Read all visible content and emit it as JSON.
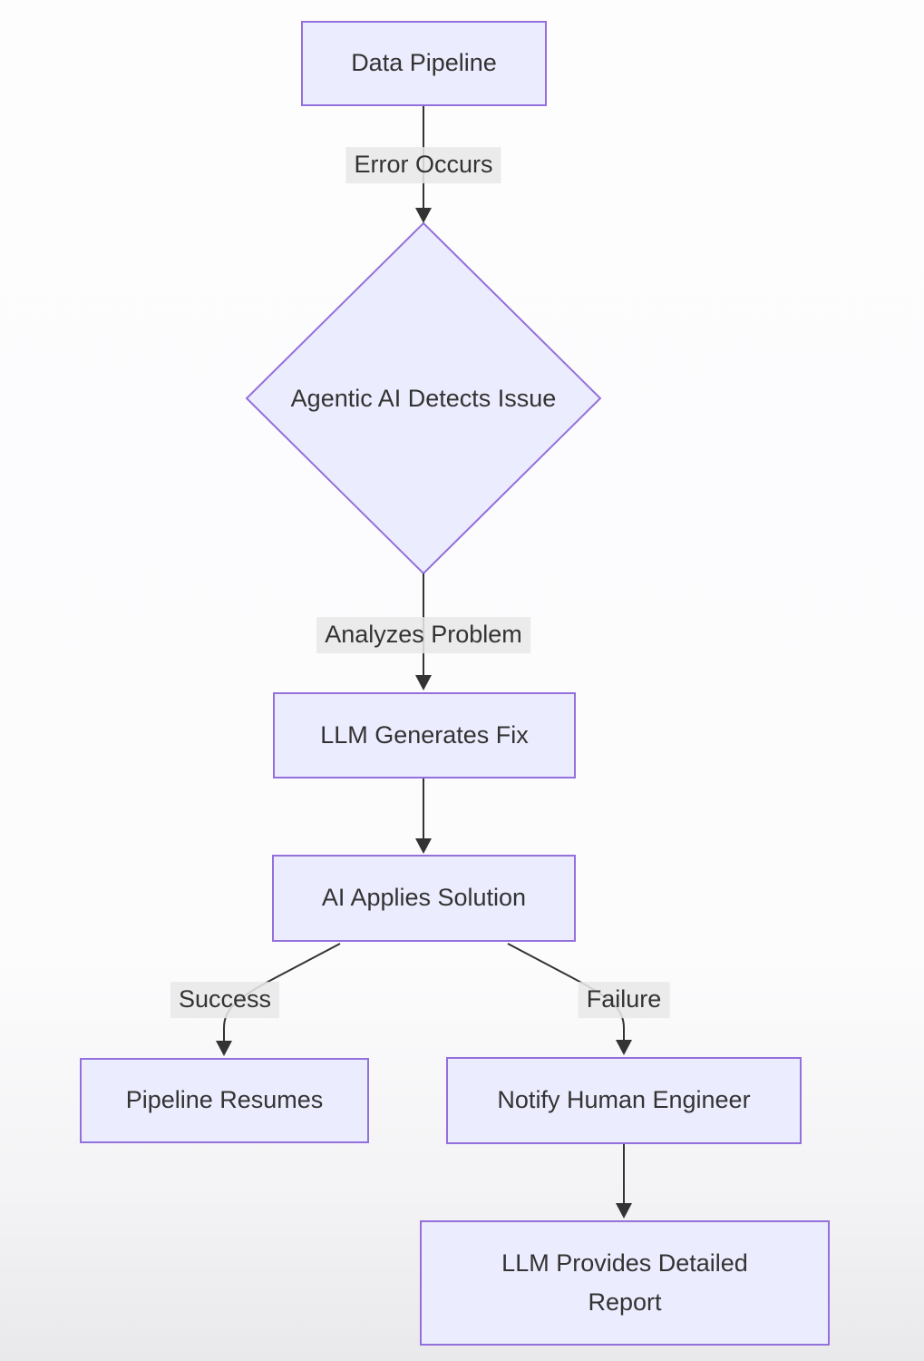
{
  "diagram": {
    "type": "flowchart",
    "direction": "top-down",
    "nodes": {
      "data_pipeline": {
        "label": "Data Pipeline",
        "shape": "rect"
      },
      "detect_issue": {
        "label": "Agentic AI Detects Issue",
        "shape": "diamond"
      },
      "generate_fix": {
        "label": "LLM Generates Fix",
        "shape": "rect"
      },
      "apply_solution": {
        "label": "AI Applies Solution",
        "shape": "rect"
      },
      "pipeline_resumes": {
        "label": "Pipeline Resumes",
        "shape": "rect"
      },
      "notify_engineer": {
        "label": "Notify Human Engineer",
        "shape": "rect"
      },
      "detailed_report": {
        "label": "LLM Provides Detailed Report",
        "shape": "rect",
        "lines": [
          "LLM Provides Detailed",
          "Report"
        ]
      }
    },
    "edge_labels": {
      "error_occurs": "Error Occurs",
      "analyzes_problem": "Analyzes Problem",
      "success": "Success",
      "failure": "Failure"
    },
    "edges": [
      {
        "from": "data_pipeline",
        "to": "detect_issue",
        "label": "Error Occurs"
      },
      {
        "from": "detect_issue",
        "to": "generate_fix",
        "label": "Analyzes Problem"
      },
      {
        "from": "generate_fix",
        "to": "apply_solution",
        "label": ""
      },
      {
        "from": "apply_solution",
        "to": "pipeline_resumes",
        "label": "Success"
      },
      {
        "from": "apply_solution",
        "to": "notify_engineer",
        "label": "Failure"
      },
      {
        "from": "notify_engineer",
        "to": "detailed_report",
        "label": ""
      }
    ],
    "colors": {
      "node_fill": "#ECECFF",
      "node_border": "#9370DB",
      "edge_line": "#333333",
      "edge_label_bg": "#e8e8e8",
      "text": "#333333"
    }
  }
}
